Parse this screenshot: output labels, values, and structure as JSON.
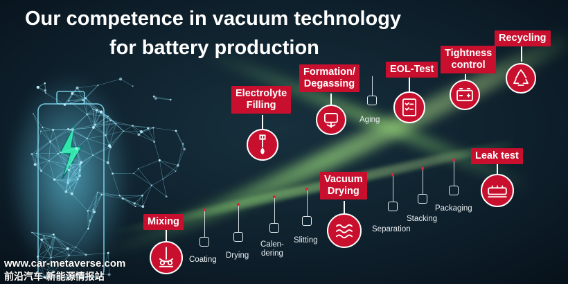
{
  "title": {
    "line1": "Our competence in vacuum technology",
    "line2": "for battery production"
  },
  "main_steps": [
    {
      "id": "mixing",
      "label": "Mixing",
      "icon": "mixer-icon"
    },
    {
      "id": "electrolyte",
      "label_line1": "Electrolyte",
      "label_line2": "Filling",
      "icon": "pipette-icon"
    },
    {
      "id": "formation",
      "label_line1": "Formation/",
      "label_line2": "Degassing",
      "icon": "degassing-icon"
    },
    {
      "id": "eol",
      "label": "EOL-Test",
      "icon": "checklist-icon"
    },
    {
      "id": "tightness",
      "label_line1": "Tightness",
      "label_line2": "control",
      "icon": "battery-icon"
    },
    {
      "id": "recycling",
      "label": "Recycling",
      "icon": "recycle-icon"
    },
    {
      "id": "vacuum_drying",
      "label_line1": "Vacuum",
      "label_line2": "Drying",
      "icon": "heat-waves-icon"
    },
    {
      "id": "leak",
      "label": "Leak test",
      "icon": "battery-cells-icon"
    }
  ],
  "sub_steps": [
    {
      "id": "coating",
      "label": "Coating"
    },
    {
      "id": "drying",
      "label": "Drying"
    },
    {
      "id": "calendering",
      "label_line1": "Calen-",
      "label_line2": "dering"
    },
    {
      "id": "slitting",
      "label": "Slitting"
    },
    {
      "id": "separation",
      "label": "Separation"
    },
    {
      "id": "stacking",
      "label": "Stacking"
    },
    {
      "id": "packaging",
      "label": "Packaging"
    },
    {
      "id": "aging",
      "label": "Aging"
    }
  ],
  "watermark": {
    "line1": "www.car-metaverse.com",
    "line2": "前沿汽车-新能源情报站"
  },
  "colors": {
    "accent_red": "#c8102e",
    "background": "#0a1a26",
    "glow_green": "#9cff7a",
    "battery_cyan": "#5fd6ff"
  }
}
